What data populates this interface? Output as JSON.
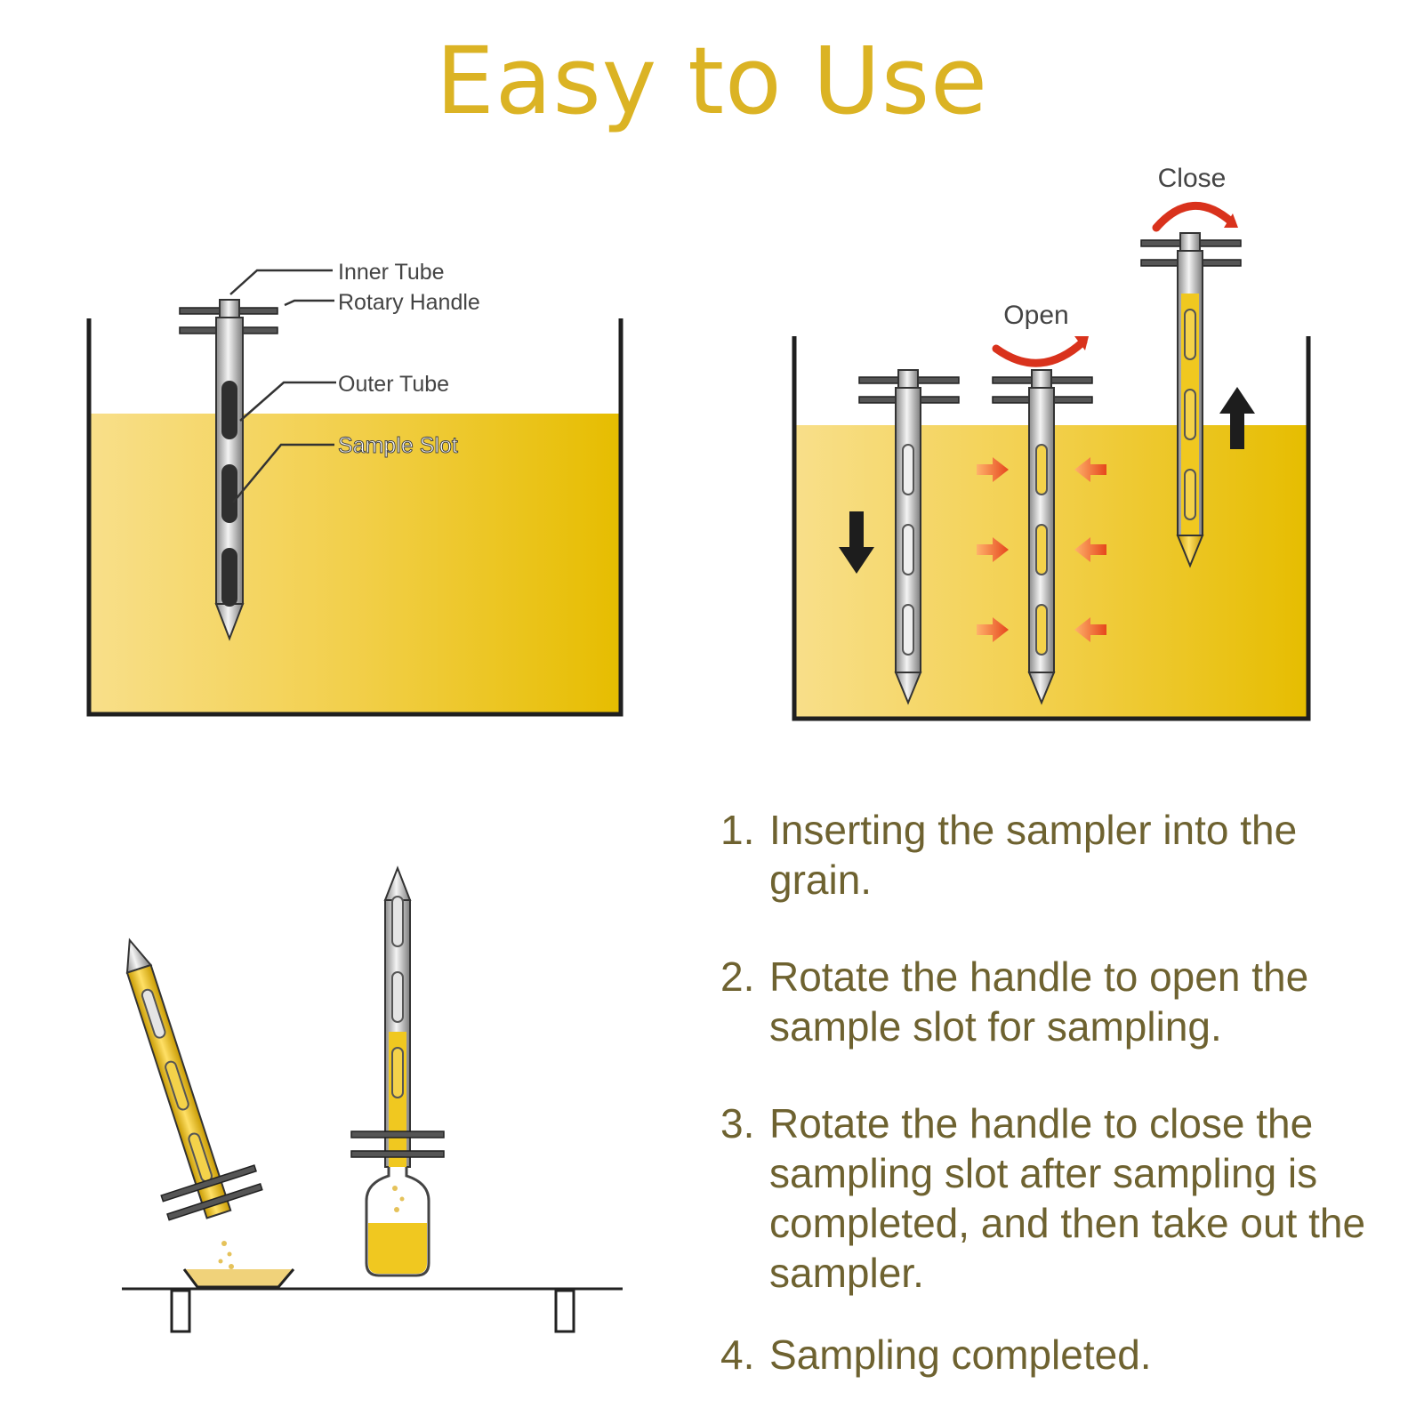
{
  "title": "Easy to Use",
  "labels": {
    "inner_tube": "Inner Tube",
    "rotary_handle": "Rotary Handle",
    "outer_tube": "Outer Tube",
    "sample_slot": "Sample Slot",
    "open": "Open",
    "close": "Close"
  },
  "steps": [
    {
      "num": "1.",
      "text": "Inserting the sampler into the grain."
    },
    {
      "num": "2.",
      "text": "Rotate the handle to open the sample slot for sampling."
    },
    {
      "num": "3.",
      "text": "Rotate the handle to close the sampling slot after sampling is completed, and then take out the sampler."
    },
    {
      "num": "4.",
      "text": "Sampling completed."
    }
  ],
  "colors": {
    "title": "#dbb324",
    "grain": "#e8c20a",
    "step_text": "#6e6230",
    "arrow_red": "#d9321c"
  }
}
